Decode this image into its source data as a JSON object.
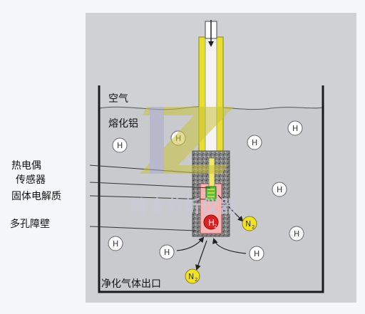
{
  "labels": {
    "air": "空气",
    "molten_aluminum": "熔化铝",
    "thermocouple": "热电偶",
    "sensor": "传感器",
    "solid_electrolyte": "固体电解质",
    "porous_wall": "多孔障壁",
    "purge_outlet": "净化气体出口"
  },
  "watermark": "铸金分析仪器",
  "molecules": {
    "hydrogen": "H",
    "hydrogen_gas": "H2",
    "nitrogen_gas": "N2"
  },
  "colors": {
    "background": "#f6f7fa",
    "melt": "#d3d4d8",
    "vessel": "#1a1a1a",
    "probe_tube": "#e6df2e",
    "porous_wall": "#7a7a7a",
    "sensor_chamber": "#f5b5b5",
    "hydrogen_badge": "#e02020",
    "nitrogen_badge": "#f2e422",
    "watermark": "#c9cad9"
  }
}
